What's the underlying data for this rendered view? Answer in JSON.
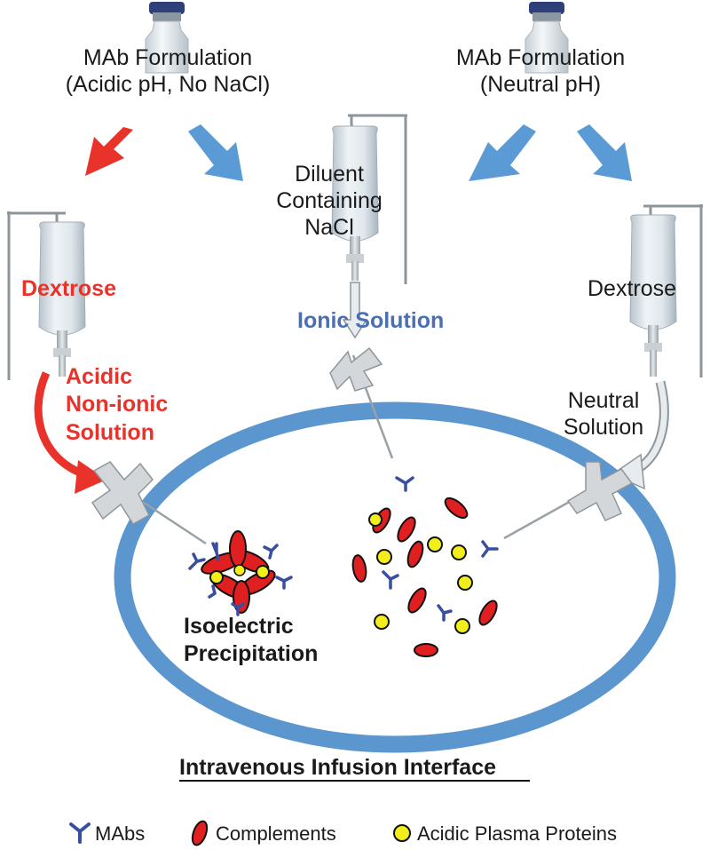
{
  "labels": {
    "formulation_left_line1": "MAb Formulation",
    "formulation_left_line2": "(Acidic pH, No NaCl)",
    "formulation_right_line1": "MAb Formulation",
    "formulation_right_line2": "(Neutral pH)",
    "diluent_line1": "Diluent",
    "diluent_line2": "Containing",
    "diluent_line3": "NaCl",
    "dextrose_left": "Dextrose",
    "dextrose_right": "Dextrose",
    "ionic_solution": "Ionic Solution",
    "acidic_line1": "Acidic",
    "acidic_line2": "Non-ionic",
    "acidic_line3": "Solution",
    "neutral_line1": "Neutral",
    "neutral_line2": "Solution",
    "precip_line1": "Isoelectric",
    "precip_line2": "Precipitation",
    "caption": "Intravenous Infusion Interface"
  },
  "legend": {
    "mabs": "MAbs",
    "complements": "Complements",
    "proteins": "Acidic Plasma Proteins"
  },
  "colors": {
    "red": "#e8322a",
    "blue_arrow": "#5b9bd5",
    "vessel": "#5b96cf",
    "mab": "#3a4ea0",
    "complement": "#e02020",
    "protein": "#f2ee1a",
    "text_blue": "#4a6fb5"
  }
}
